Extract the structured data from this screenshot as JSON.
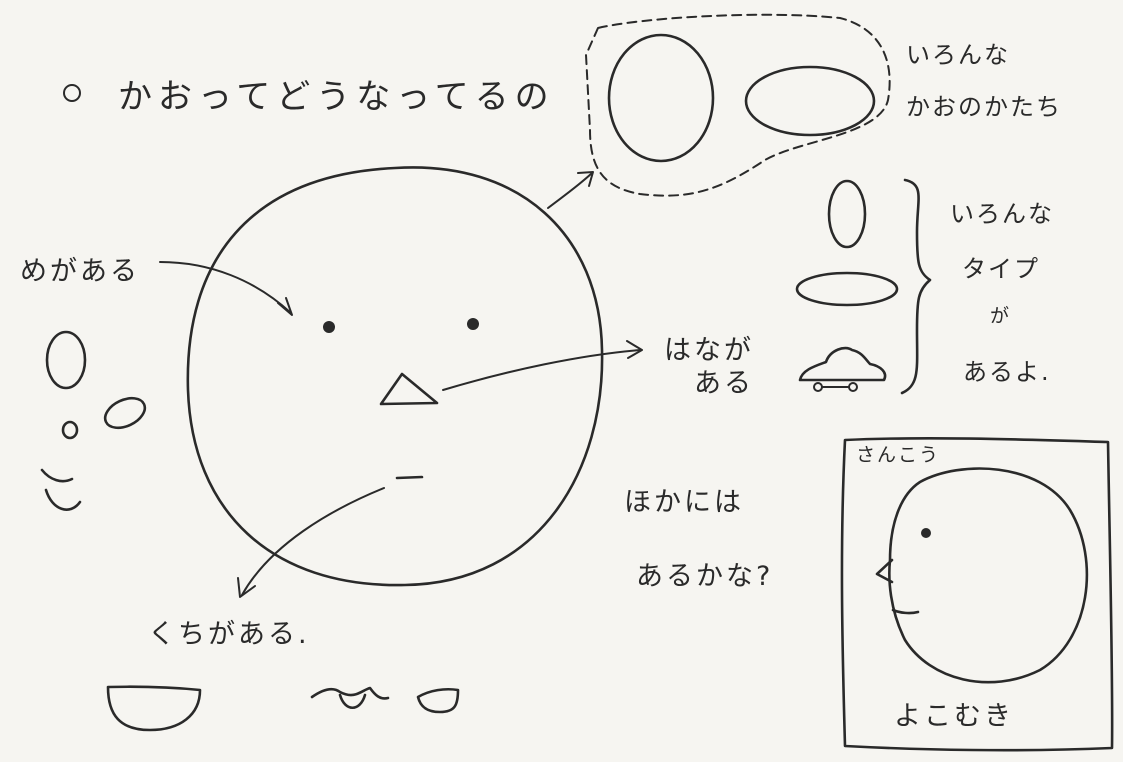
{
  "title": "かおってどうなってるの",
  "labels": {
    "eyes": "めがある",
    "nose_line1": "はなが",
    "nose_line2": "ある",
    "mouth": "くちがある.",
    "face_shapes_line1": "いろんな",
    "face_shapes_line2": "かおのかたち",
    "types_line1": "いろんな",
    "types_line2": "タイプ",
    "types_line3": "が",
    "types_line4": "あるよ.",
    "other_line1": "ほかには",
    "other_line2": "あるかな?",
    "profile_heading": "さんこう",
    "profile_caption": "よこむき"
  }
}
